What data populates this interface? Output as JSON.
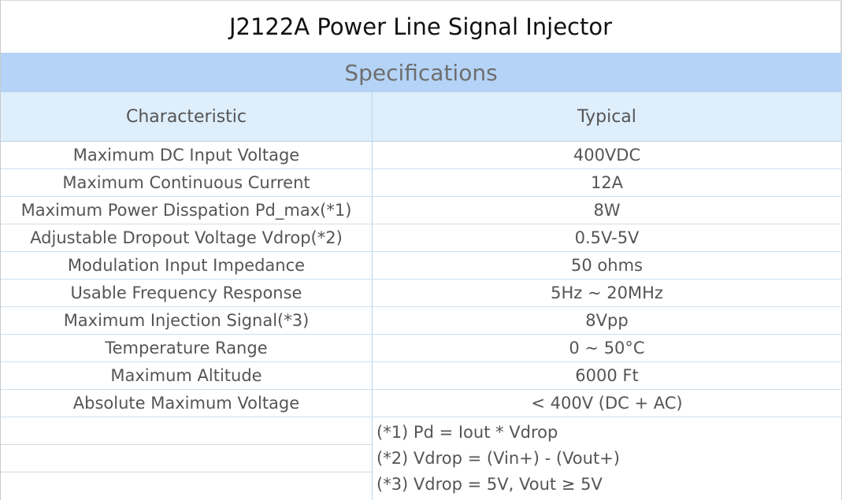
{
  "title": "J2122A Power Line Signal Injector",
  "section": "Specifications",
  "table": {
    "headers": [
      "Characteristic",
      "Typical"
    ],
    "rows": [
      [
        "Maximum DC Input Voltage",
        "400VDC"
      ],
      [
        "Maximum Continuous Current",
        "12A"
      ],
      [
        "Maximum Power Disspation Pd_max(*1)",
        "8W"
      ],
      [
        "Adjustable Dropout Voltage Vdrop(*2)",
        "0.5V-5V"
      ],
      [
        "Modulation Input Impedance",
        "50 ohms"
      ],
      [
        "Usable Frequency Response",
        "5Hz ~ 20MHz"
      ],
      [
        "Maximum Injection Signal(*3)",
        "8Vpp"
      ],
      [
        "Temperature Range",
        "0 ~ 50°C"
      ],
      [
        "Maximum Altitude",
        "6000 Ft"
      ],
      [
        "Absolute Maximum Voltage",
        "< 400V (DC + AC)"
      ]
    ]
  },
  "notes": [
    "(*1) Pd = Iout * Vdrop",
    "(*2) Vdrop = (Vin+) - (Vout+)",
    "(*3) Vdrop = 5V, Vout ≥ 5V"
  ],
  "colors": {
    "section_band": "#b4d3f6",
    "header_band": "#deeefb",
    "text": "#555555"
  }
}
